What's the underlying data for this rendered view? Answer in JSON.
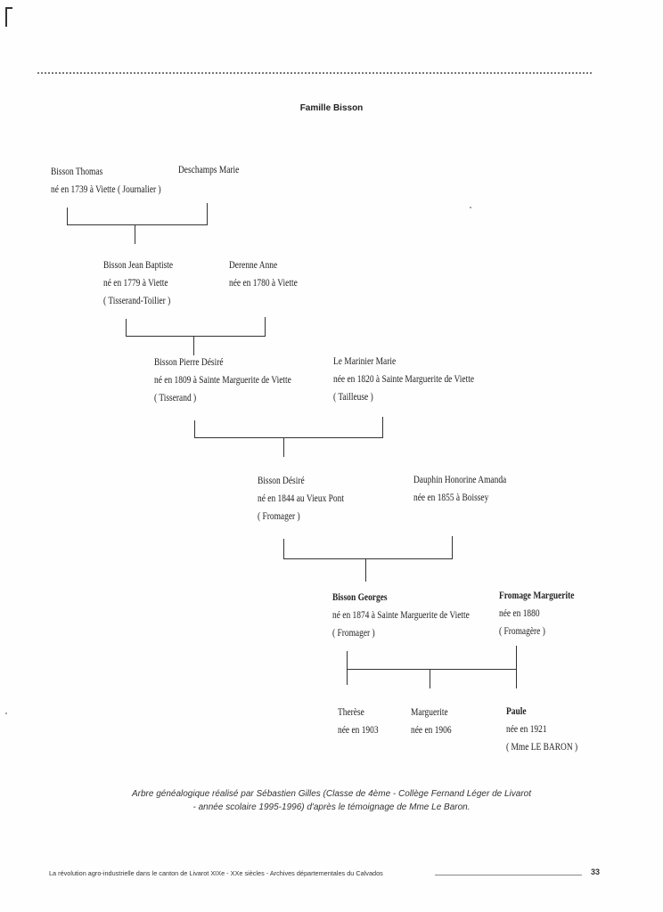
{
  "title": "Famille Bisson",
  "people": {
    "thomas": {
      "name": "Bisson Thomas",
      "lines": [
        "né en 1739 à Viette ( Journalier )"
      ]
    },
    "deschamps": {
      "name": "Deschamps Marie",
      "lines": []
    },
    "jean_baptiste": {
      "name": "Bisson Jean Baptiste",
      "lines": [
        "né en 1779 à Viette",
        "( Tisserand-Toilier )"
      ]
    },
    "derenne": {
      "name": "Derenne Anne",
      "lines": [
        "née en 1780 à Viette"
      ]
    },
    "pierre_desire": {
      "name": "Bisson Pierre Désiré",
      "lines": [
        "né en 1809 à Sainte Marguerite de Viette",
        "( Tisserand )"
      ]
    },
    "le_marinier": {
      "name": "Le Marinier Marie",
      "lines": [
        "née en 1820 à Sainte Marguerite de Viette",
        "( Tailleuse )"
      ]
    },
    "desire": {
      "name": "Bisson Désiré",
      "lines": [
        "né en 1844 au Vieux Pont",
        "( Fromager )"
      ]
    },
    "dauphin": {
      "name": "Dauphin Honorine Amanda",
      "lines": [
        "née en 1855 à Boissey"
      ]
    },
    "georges": {
      "name": "Bisson Georges",
      "lines": [
        "né en 1874 à Sainte Marguerite de Viette",
        "( Fromager )"
      ]
    },
    "fromage": {
      "name": "Fromage Marguerite",
      "lines": [
        "née en 1880",
        "( Fromagère )"
      ]
    },
    "therese": {
      "name": "Therèse",
      "lines": [
        "née en 1903"
      ]
    },
    "marguerite": {
      "name": "Marguerite",
      "lines": [
        "née en 1906"
      ]
    },
    "paule": {
      "name": "Paule",
      "lines": [
        "née en 1921",
        "( Mme LE BARON )"
      ]
    }
  },
  "caption": {
    "line1": "Arbre généalogique réalisé par Sébastien Gilles (Classe de 4ème - Collège Fernand Léger de Livarot",
    "line2": "- année scolaire 1995-1996) d'après le témoignage de Mme Le Baron."
  },
  "footer": {
    "text": "La révolution agro-industrielle dans le canton de Livarot XIXe - XXe siècles - Archives départementales du Calvados",
    "page_number": "33"
  }
}
